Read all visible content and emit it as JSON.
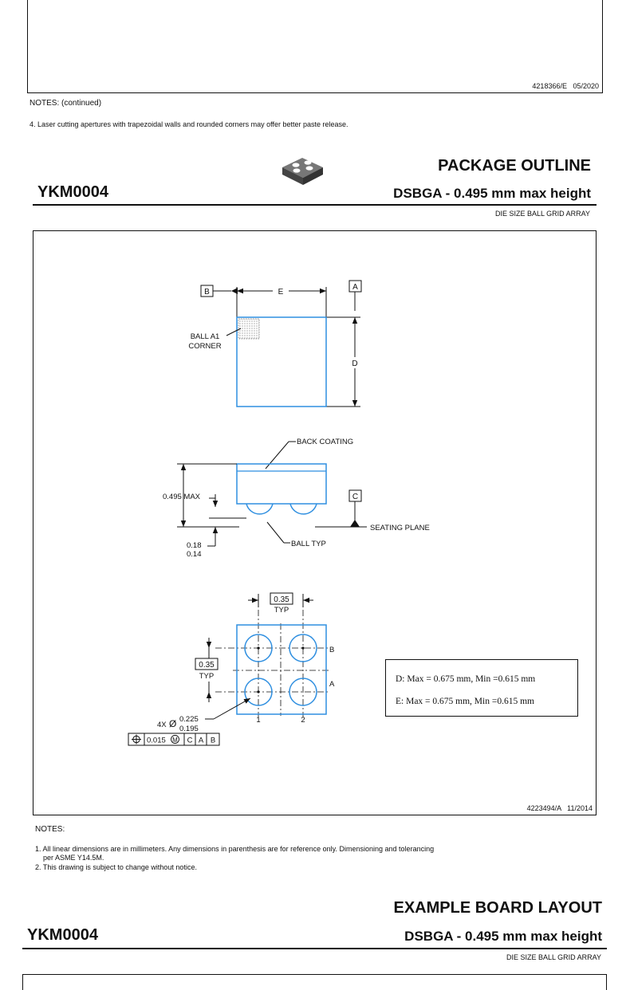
{
  "top_frame": {
    "drawing_id": "4218366/E   05/2020"
  },
  "notes_continued": {
    "heading": "NOTES: (continued)",
    "items": [
      "4. Laser cutting apertures with trapezoidal walls and rounded corners may offer better paste release."
    ]
  },
  "package_outline": {
    "title": "PACKAGE OUTLINE",
    "part_number": "YKM0004",
    "subtitle": "DSBGA - 0.495 mm max height",
    "type_label": "DIE SIZE BALL GRID ARRAY",
    "drawing_id": "4223494/A   11/2014",
    "labels": {
      "datum_b": "B",
      "datum_a": "A",
      "datum_c": "C",
      "dim_e": "E",
      "dim_d": "D",
      "ball_a1_line1": "BALL A1",
      "ball_a1_line2": "CORNER",
      "back_coating": "BACK COATING",
      "max_height": "0.495 MAX",
      "seating_plane": "SEATING PLANE",
      "ball_typ": "BALL TYP",
      "standoff_max": "0.18",
      "standoff_min": "0.14",
      "pitch_value": "0.35",
      "pitch_typ": "TYP",
      "row_b": "B",
      "row_a": "A",
      "col_1": "1",
      "col_2": "2",
      "ball_count": "4X",
      "diameter_symbol": "Ø",
      "ball_dia_max": "0.225",
      "ball_dia_min": "0.195",
      "tolerance_value": "0.015",
      "tol_modifier": "M",
      "tol_ref_c": "C",
      "tol_ref_a": "A",
      "tol_ref_b": "B"
    },
    "dimension_table": [
      "D: Max = 0.675 mm, Min =0.615 mm",
      "E: Max = 0.675 mm, Min =0.615 mm"
    ]
  },
  "notes": {
    "heading": "NOTES:",
    "items": [
      "1. All linear dimensions are in millimeters. Any dimensions in parenthesis are for reference only. Dimensioning and tolerancing",
      "    per ASME Y14.5M.",
      "2. This drawing is subject to change without notice."
    ]
  },
  "board_layout": {
    "title": "EXAMPLE BOARD LAYOUT",
    "part_number": "YKM0004",
    "subtitle": "DSBGA - 0.495 mm max height",
    "type_label": "DIE SIZE BALL GRID ARRAY"
  },
  "colors": {
    "outline_blue": "#2f8fe0",
    "ink": "#111111",
    "icon_gray": "#555555"
  }
}
